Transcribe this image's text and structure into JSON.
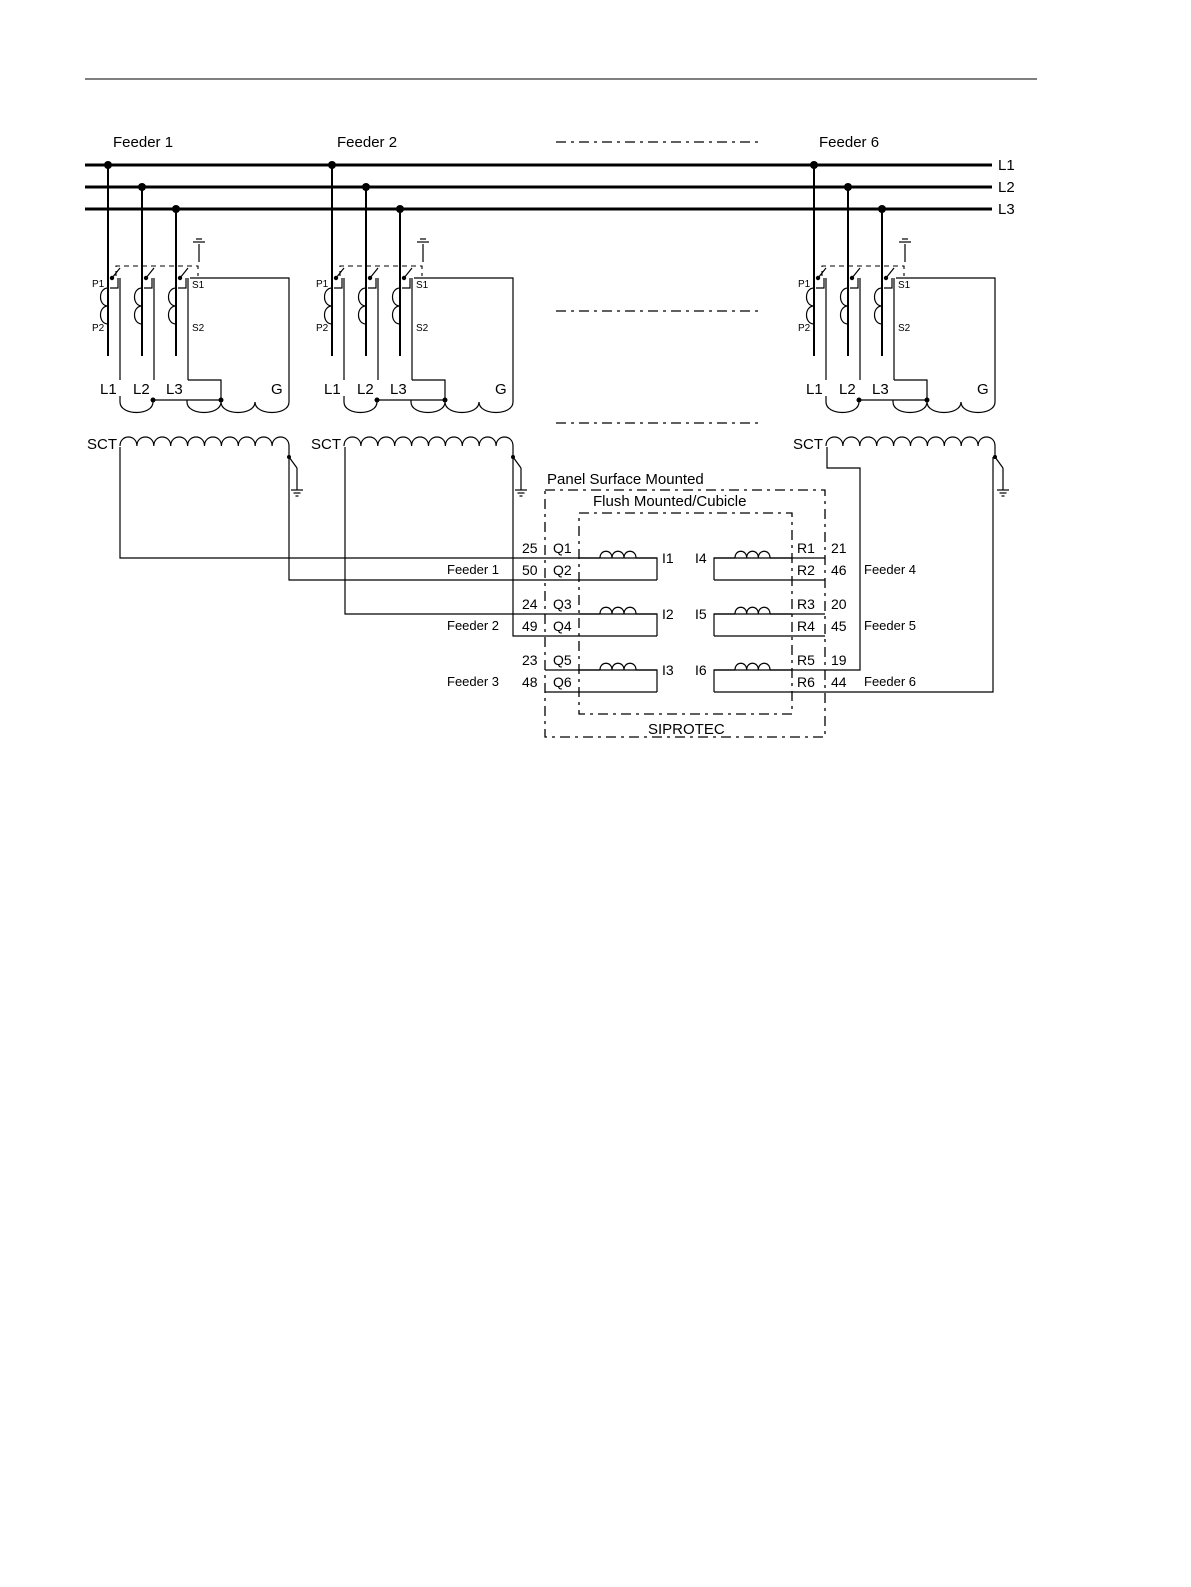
{
  "feeders_top": [
    "Feeder 1",
    "Feeder 2",
    "Feeder 6"
  ],
  "bus_labels": [
    "L1",
    "L2",
    "L3"
  ],
  "ct_labels": {
    "p1": "P1",
    "p2": "P2",
    "s1": "S1",
    "s2": "S2"
  },
  "phase_labels": [
    "L1",
    "L2",
    "L3",
    "G"
  ],
  "sct_label": "SCT",
  "enclosure": {
    "outer": "Panel Surface Mounted",
    "inner": "Flush Mounted/Cubicle",
    "device": "SIPROTEC"
  },
  "left_terminals": [
    {
      "num": "25",
      "term": "Q1"
    },
    {
      "num": "50",
      "term": "Q2"
    },
    {
      "num": "24",
      "term": "Q3"
    },
    {
      "num": "49",
      "term": "Q4"
    },
    {
      "num": "23",
      "term": "Q5"
    },
    {
      "num": "48",
      "term": "Q6"
    }
  ],
  "right_terminals": [
    {
      "num": "21",
      "term": "R1"
    },
    {
      "num": "46",
      "term": "R2"
    },
    {
      "num": "20",
      "term": "R3"
    },
    {
      "num": "45",
      "term": "R4"
    },
    {
      "num": "19",
      "term": "R5"
    },
    {
      "num": "44",
      "term": "R6"
    }
  ],
  "inputs_left": [
    "I1",
    "I2",
    "I3"
  ],
  "inputs_right": [
    "I4",
    "I5",
    "I6"
  ],
  "feeder_labels_left": [
    "Feeder 1",
    "Feeder 2",
    "Feeder 3"
  ],
  "feeder_labels_right": [
    "Feeder 4",
    "Feeder 5",
    "Feeder 6"
  ]
}
